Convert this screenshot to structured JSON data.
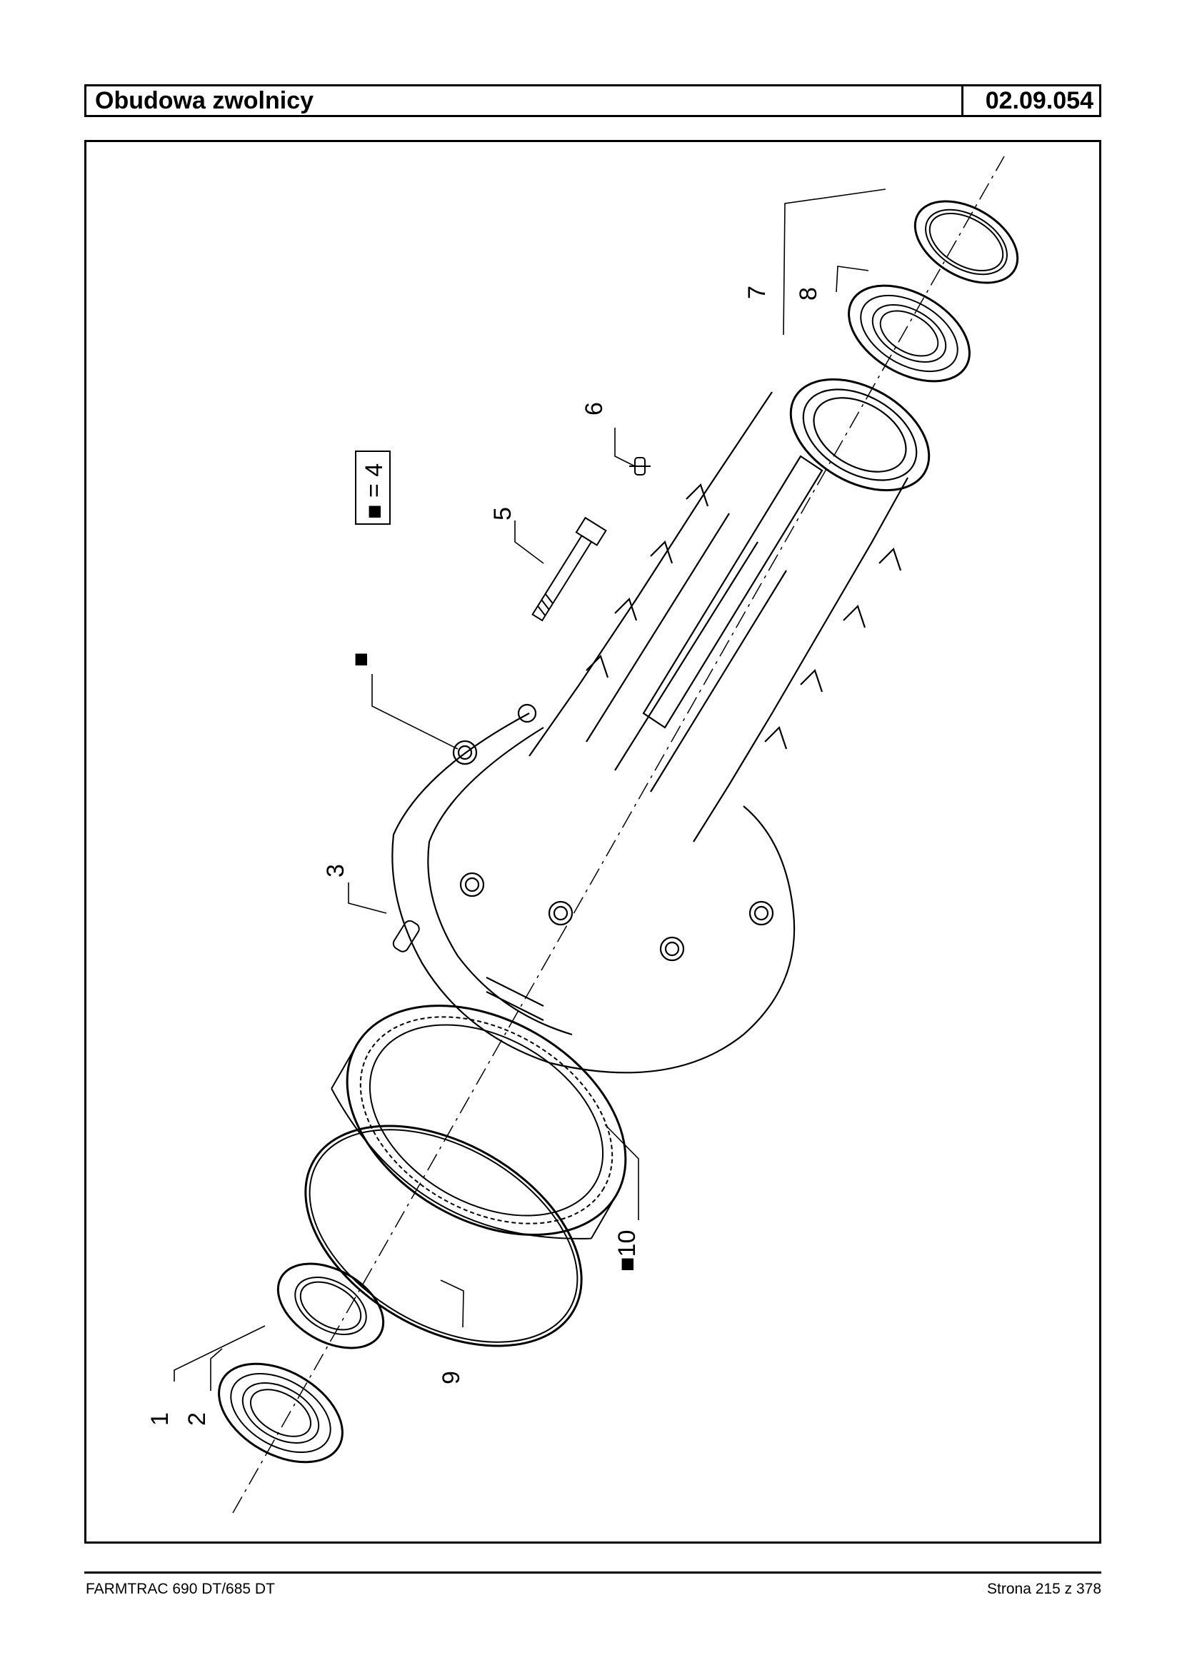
{
  "header": {
    "title": "Obudowa zwolnicy",
    "code": "02.09.054"
  },
  "legend": {
    "text": "■ = 4"
  },
  "callouts": {
    "c1": "1",
    "c2": "2",
    "c3": "3",
    "c5": "5",
    "c6": "6",
    "c7": "7",
    "c8": "8",
    "c9": "9",
    "c10": "■10",
    "cMark": "■"
  },
  "footer": {
    "model": "FARMTRAC 690 DT/685 DT",
    "page": "Strona 215 z 378"
  }
}
